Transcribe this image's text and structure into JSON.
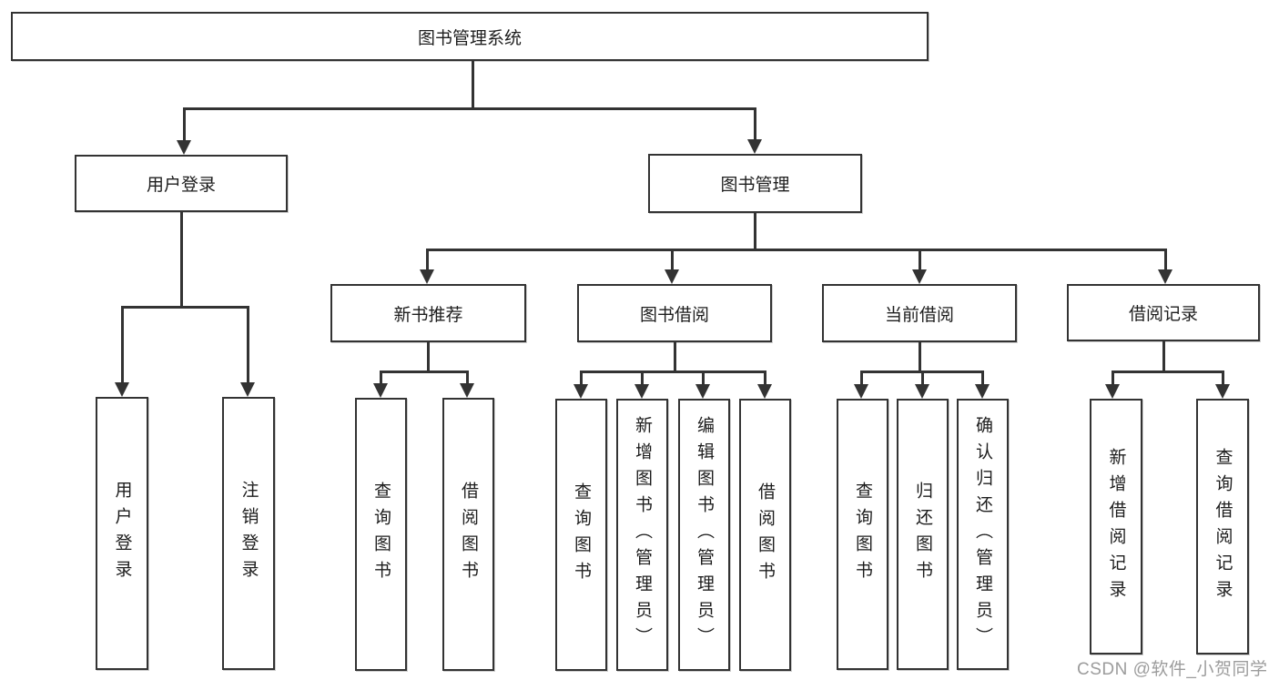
{
  "tree": {
    "label": "图书管理系统",
    "children": [
      {
        "label": "用户登录",
        "children": [
          {
            "label": "用户登录"
          },
          {
            "label": "注销登录"
          }
        ]
      },
      {
        "label": "图书管理",
        "children": [
          {
            "label": "新书推荐",
            "children": [
              {
                "label": "查询图书"
              },
              {
                "label": "借阅图书"
              }
            ]
          },
          {
            "label": "图书借阅",
            "children": [
              {
                "label": "查询图书"
              },
              {
                "label": "新增图书（管理员）"
              },
              {
                "label": "编辑图书（管理员）"
              },
              {
                "label": "借阅图书"
              }
            ]
          },
          {
            "label": "当前借阅",
            "children": [
              {
                "label": "查询图书"
              },
              {
                "label": "归还图书"
              },
              {
                "label": "确认归还（管理员）"
              }
            ]
          },
          {
            "label": "借阅记录",
            "children": [
              {
                "label": "新增借阅记录"
              },
              {
                "label": "查询借阅记录"
              }
            ]
          }
        ]
      }
    ]
  },
  "watermark": {
    "text": "CSDN @软件_小贺同学"
  },
  "colors": {
    "line": "#333333",
    "box_border": "#333333",
    "text": "#1d1d1d",
    "watermark": "#9c9c9c",
    "background": "#ffffff"
  }
}
